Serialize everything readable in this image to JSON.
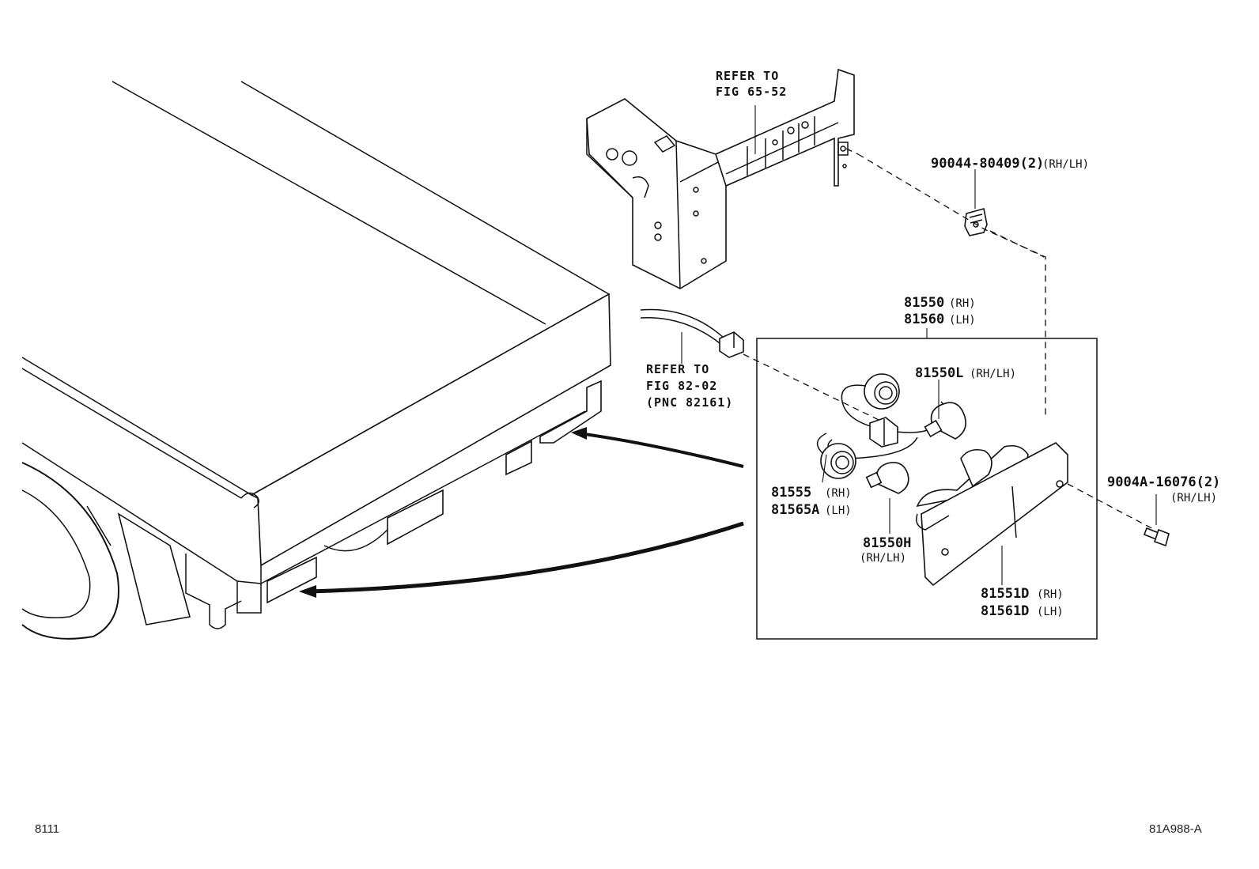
{
  "labels": {
    "refer_fig_65_52": [
      "REFER TO",
      "FIG 65-52"
    ],
    "refer_fig_82_02": [
      "REFER TO",
      "FIG 82-02",
      "(PNC 82161)"
    ],
    "clip_part": {
      "number": "90044-80409(2)",
      "side": "(RH/LH)"
    },
    "lamp_assy_rh": {
      "number": "81550",
      "side": "(RH)"
    },
    "lamp_assy_lh": {
      "number": "81560",
      "side": "(LH)"
    },
    "bulb_l": {
      "number": "81550L",
      "side": "(RH/LH)"
    },
    "socket_rh": {
      "number": "81555",
      "side": "(RH)"
    },
    "socket_lh": {
      "number": "81565A",
      "side": "(LH)"
    },
    "bulb_h": {
      "number": "81550H",
      "side": "(RH/LH)"
    },
    "lens_rh": {
      "number": "81551D",
      "side": "(RH)"
    },
    "lens_lh": {
      "number": "81561D",
      "side": "(LH)"
    },
    "screw_part": {
      "number": "9004A-16076(2)",
      "side": "(RH/LH)"
    }
  },
  "footer": {
    "left_code": "8111",
    "right_code": "81A988-A"
  }
}
